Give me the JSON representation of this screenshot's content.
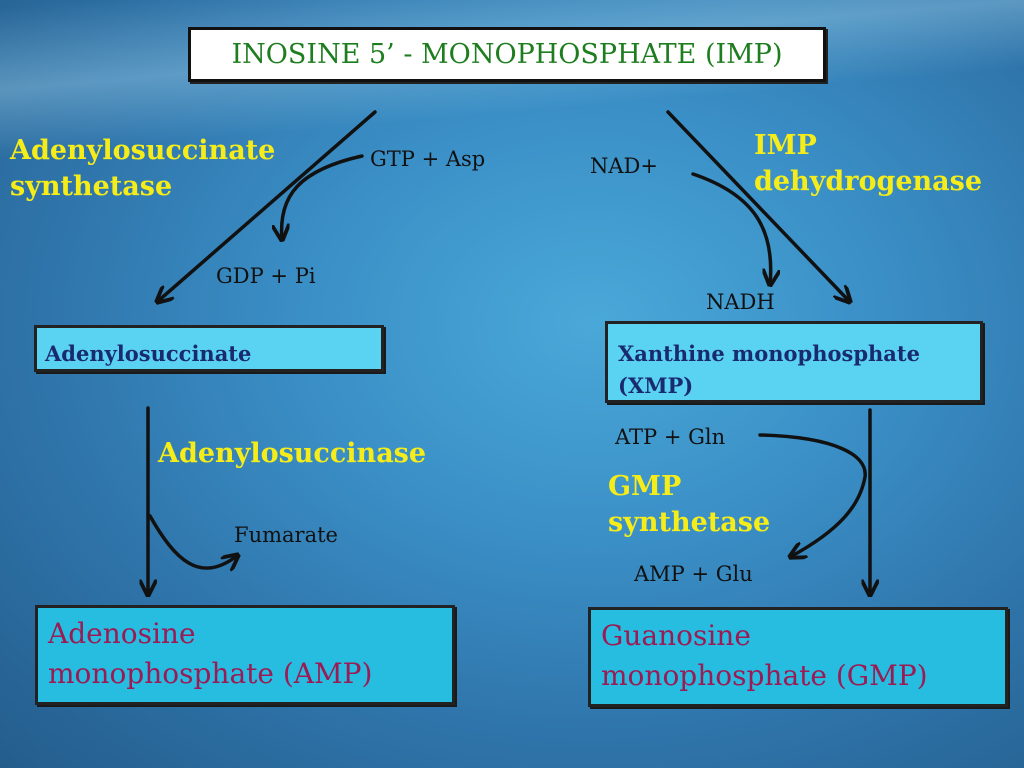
{
  "title": "INOSINE 5’ - MONOPHOSPHATE (IMP)",
  "left_pathway": {
    "enzyme1_line1": "Adenylosuccinate",
    "enzyme1_line2": "synthetase",
    "cofactor_in": "GTP + Asp",
    "cofactor_out": "GDP + Pi",
    "intermediate": "Adenylosuccinate",
    "enzyme2": "Adenylosuccinase",
    "byproduct": "Fumarate",
    "product_line1": "Adenosine",
    "product_line2": "monophosphate (AMP)"
  },
  "right_pathway": {
    "enzyme1_line1": "IMP",
    "enzyme1_line2": "dehydrogenase",
    "cofactor_in": "NAD+",
    "cofactor_out": "NADH",
    "intermediate_line1": "Xanthine monophosphate",
    "intermediate_line2": "(XMP)",
    "cofactor2_in": "ATP + Gln",
    "enzyme2_line1": "GMP",
    "enzyme2_line2": "synthetase",
    "cofactor2_out": "AMP + Glu",
    "product_line1": "Guanosine",
    "product_line2": "monophosphate (GMP)"
  },
  "colors": {
    "background": "#3a8fc6",
    "enzyme_text": "#f5ec1a",
    "title_text": "#1e7d1e",
    "intermediate_box": "#5ad3f3",
    "product_box": "#27bde0",
    "product_text": "#9b1b54",
    "intermediate_text": "#1a2a6e"
  }
}
